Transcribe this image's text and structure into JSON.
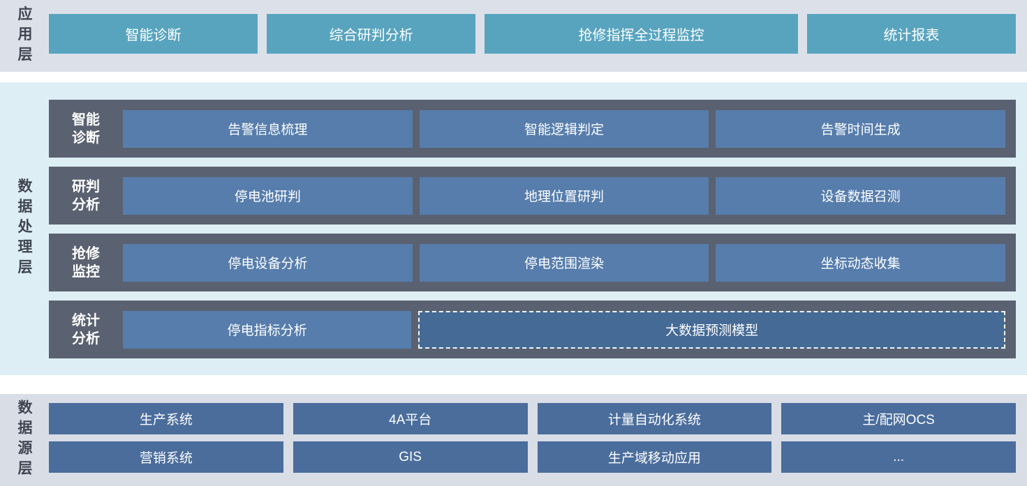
{
  "colors": {
    "app_band_bg": "#dce1e9",
    "app_box_bg": "#58a4bf",
    "processing_band_bg": "#ddeef5",
    "processing_row_bg": "#5a6170",
    "processing_box_bg": "#567dac",
    "processing_dashed_box_bg": "#446a95",
    "source_band_bg": "#d8dde6",
    "source_box_bg": "#4a6d9c",
    "layer_label_text": "#3f4551",
    "box_text": "#ffffff"
  },
  "app_layer": {
    "label": "应用层",
    "boxes": [
      {
        "label": "智能诊断"
      },
      {
        "label": "综合研判分析"
      },
      {
        "label": "抢修指挥全过程监控"
      },
      {
        "label": "统计报表"
      }
    ]
  },
  "processing_layer": {
    "label": "数据处理层",
    "rows": [
      {
        "title_line1": "智能",
        "title_line2": "诊断",
        "boxes": [
          {
            "label": "告警信息梳理"
          },
          {
            "label": "智能逻辑判定"
          },
          {
            "label": "告警时间生成"
          }
        ]
      },
      {
        "title_line1": "研判",
        "title_line2": "分析",
        "boxes": [
          {
            "label": "停电池研判"
          },
          {
            "label": "地理位置研判"
          },
          {
            "label": "设备数据召测"
          }
        ]
      },
      {
        "title_line1": "抢修",
        "title_line2": "监控",
        "boxes": [
          {
            "label": "停电设备分析"
          },
          {
            "label": "停电范围渲染"
          },
          {
            "label": "坐标动态收集"
          }
        ]
      },
      {
        "title_line1": "统计",
        "title_line2": "分析",
        "boxes": [
          {
            "label": "停电指标分析"
          },
          {
            "label": "大数据预测模型",
            "style": "dashed"
          }
        ]
      }
    ]
  },
  "source_layer": {
    "label": "数据源层",
    "rows": [
      {
        "boxes": [
          {
            "label": "生产系统"
          },
          {
            "label": "4A平台"
          },
          {
            "label": "计量自动化系统"
          },
          {
            "label": "主/配网OCS"
          }
        ]
      },
      {
        "boxes": [
          {
            "label": "营销系统"
          },
          {
            "label": "GIS"
          },
          {
            "label": "生产域移动应用"
          },
          {
            "label": "..."
          }
        ]
      }
    ]
  }
}
